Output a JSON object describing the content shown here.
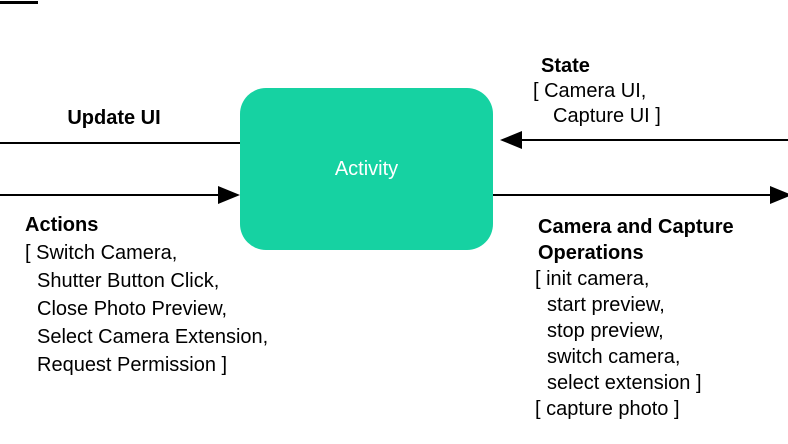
{
  "diagram": {
    "node": {
      "label": "Activity"
    },
    "colors": {
      "node_fill": "#16d2a2",
      "node_text": "#ffffff",
      "arrow": "#000000",
      "text": "#000000",
      "background": "#ffffff"
    },
    "arrows": {
      "update_ui": {
        "label": "Update UI",
        "direction": "left-out-of-node"
      },
      "actions": {
        "direction": "right-into-node"
      },
      "state": {
        "direction": "left-into-node"
      },
      "operations": {
        "direction": "right-out-of-node"
      }
    },
    "labels": {
      "update_ui": {
        "title": "Update UI"
      },
      "actions": {
        "title": "Actions",
        "lines": [
          "[ Switch Camera,",
          "Shutter Button Click,",
          "Close Photo Preview,",
          "Select Camera Extension,",
          "Request Permission ]"
        ]
      },
      "state": {
        "title": "State",
        "lines": [
          "[ Camera UI,",
          "Capture UI ]"
        ]
      },
      "operations": {
        "title_line1": "Camera and Capture",
        "title_line2": "Operations",
        "lines": [
          "[ init camera,",
          "start preview,",
          "stop preview,",
          "switch camera,",
          "select extension ]",
          "[ capture photo ]"
        ]
      }
    }
  }
}
